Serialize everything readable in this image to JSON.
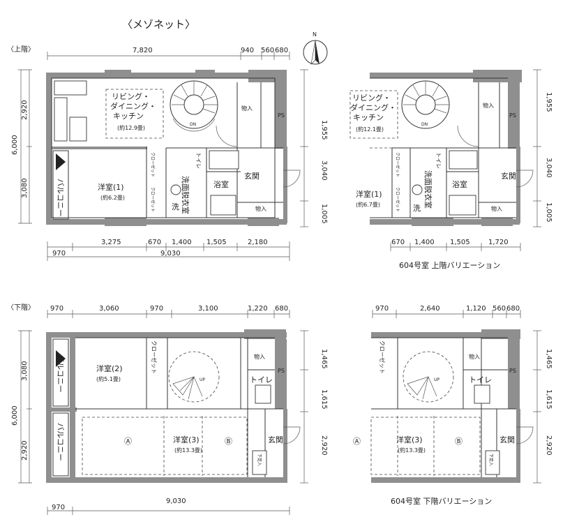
{
  "title": "〈メゾネット〉",
  "compass": "N",
  "upper": {
    "label": "〈上階〉",
    "top_dims": [
      "7,820",
      "940",
      "560",
      "680"
    ],
    "left_dims": [
      "6,000",
      "2,920",
      "3,080"
    ],
    "right_dims": [
      "1,955",
      "3,040",
      "1,005"
    ],
    "bottom_dims": [
      "3,275",
      "670",
      "1,400",
      "1,505",
      "2,180"
    ],
    "bottom_total": "9,030",
    "bottom_left": "970",
    "rooms": {
      "ldk_1": "リビング・",
      "ldk_2": "ダイニング・",
      "ldk_3": "キッチン",
      "ldk_size": "(約12.9畳)",
      "storage": "物入",
      "ps": "PS",
      "toilet": "トイレ",
      "bath": "浴室",
      "entry": "玄関",
      "storage2": "物入",
      "western1": "洋室(1)",
      "western1_size": "(約6.2畳)",
      "balcony": "バルコニー",
      "closet": "クローゼット",
      "closet2": "クローゼット",
      "washroom": "洗面脱衣室",
      "wash": "洗",
      "dn": "DN"
    }
  },
  "upper_var": {
    "caption": "604号室 上階バリエーション",
    "right_dims": [
      "1,955",
      "3,040",
      "1,005"
    ],
    "bottom_dims": [
      "670",
      "1,400",
      "1,505",
      "1,720"
    ],
    "rooms": {
      "ldk_1": "リビング・",
      "ldk_2": "ダイニング・",
      "ldk_3": "キッチン",
      "ldk_size": "(約12.1畳)",
      "storage": "物入",
      "ps": "PS",
      "toilet": "トイレ",
      "bath": "浴室",
      "entry": "玄関",
      "storage2": "物入",
      "western1": "洋室(1)",
      "western1_size": "(約6.7畳)",
      "closet": "クローゼット",
      "closet2": "クローゼット",
      "washroom": "洗面脱衣室",
      "wash": "洗",
      "dn": "DN"
    }
  },
  "lower": {
    "label": "〈下階〉",
    "top_dims": [
      "970",
      "3,060",
      "970",
      "3,100",
      "1,220",
      "680"
    ],
    "left_dims": [
      "3,080",
      "6,000",
      "2,920"
    ],
    "right_dims": [
      "1,465",
      "1,615",
      "2,920"
    ],
    "bottom_left": "970",
    "bottom_total": "9,030",
    "rooms": {
      "western2": "洋室(2)",
      "western2_size": "(約5.1畳)",
      "closet": "クローゼット",
      "balcony": "バルコニー",
      "balcony2": "バルコニー",
      "storage": "物入",
      "ps": "PS",
      "toilet": "トイレ",
      "western3": "洋室(3)",
      "western3_size": "(約13.3畳)",
      "mark_a": "Ⓐ",
      "mark_b": "Ⓑ",
      "entry": "玄関",
      "up": "UP",
      "shoes": "下足入"
    }
  },
  "lower_var": {
    "caption": "604号室 下階バリエーション",
    "top_dims": [
      "970",
      "2,640",
      "1,120",
      "560",
      "680"
    ],
    "right_dims": [
      "1,465",
      "1,615",
      "2,920"
    ],
    "rooms": {
      "closet": "クローゼット",
      "storage": "物入",
      "ps": "PS",
      "toilet": "トイレ",
      "western3": "洋室(3)",
      "western3_size": "(約13.3畳)",
      "mark_a": "Ⓐ",
      "mark_b": "Ⓑ",
      "entry": "玄関",
      "up": "UP",
      "shoes": "下足入"
    }
  }
}
